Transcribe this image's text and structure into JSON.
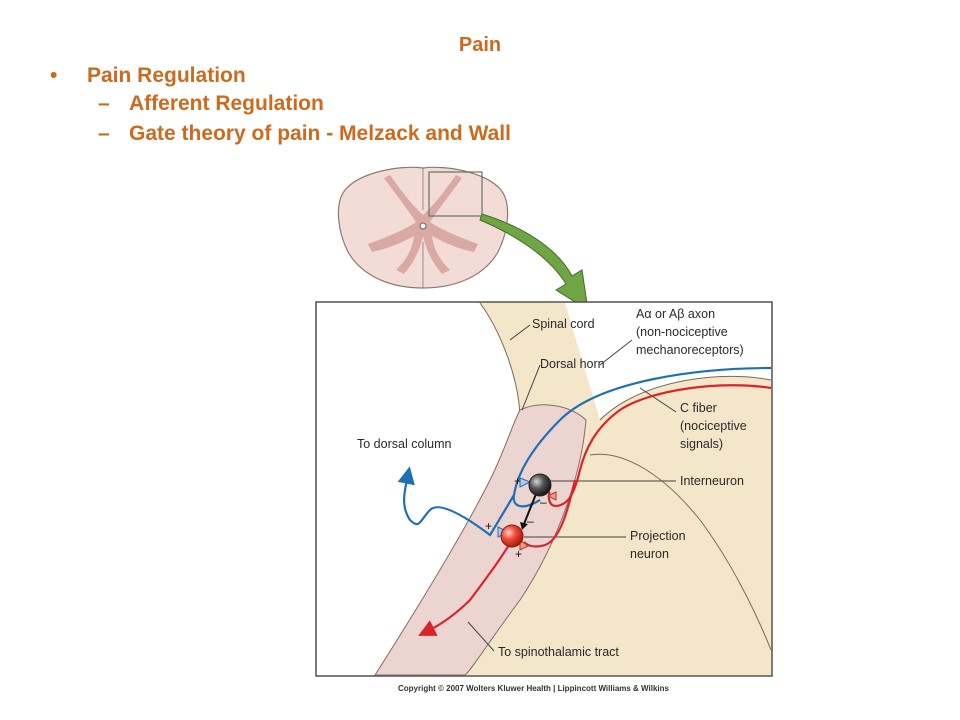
{
  "slide": {
    "title": "Pain",
    "bullets": {
      "level1_marker": "•",
      "level1": "Pain Regulation",
      "level2_marker": "–",
      "level2": [
        "Afferent Regulation",
        "Gate theory of pain - Melzack and Wall"
      ]
    }
  },
  "diagram": {
    "labels": {
      "spinal_cord": "Spinal cord",
      "dorsal_horn": "Dorsal horn",
      "a_axon_line1": "Aα or Aβ axon",
      "a_axon_line2": "(non-nociceptive",
      "a_axon_line3": "mechanoreceptors)",
      "c_fiber_line1": "C fiber",
      "c_fiber_line2": "(nociceptive",
      "c_fiber_line3": "signals)",
      "interneuron": "Interneuron",
      "projection_line1": "Projection",
      "projection_line2": "neuron",
      "dorsal_column": "To dorsal column",
      "spinothalamic": "To spinothalamic tract"
    },
    "synapse_signs": {
      "plus": "+",
      "minus": "–"
    },
    "colors": {
      "a_fiber": "#1f6fb8",
      "c_fiber": "#d7262b",
      "grey_matter": "#f3e6c9",
      "dorsal_horn_fill": "#ecd4d0",
      "zoom_arrow": "#6fa544",
      "label_text": "#2a2a2a"
    }
  },
  "copyright": "Copyright © 2007 Wolters Kluwer Health | Lippincott Williams & Wilkins"
}
